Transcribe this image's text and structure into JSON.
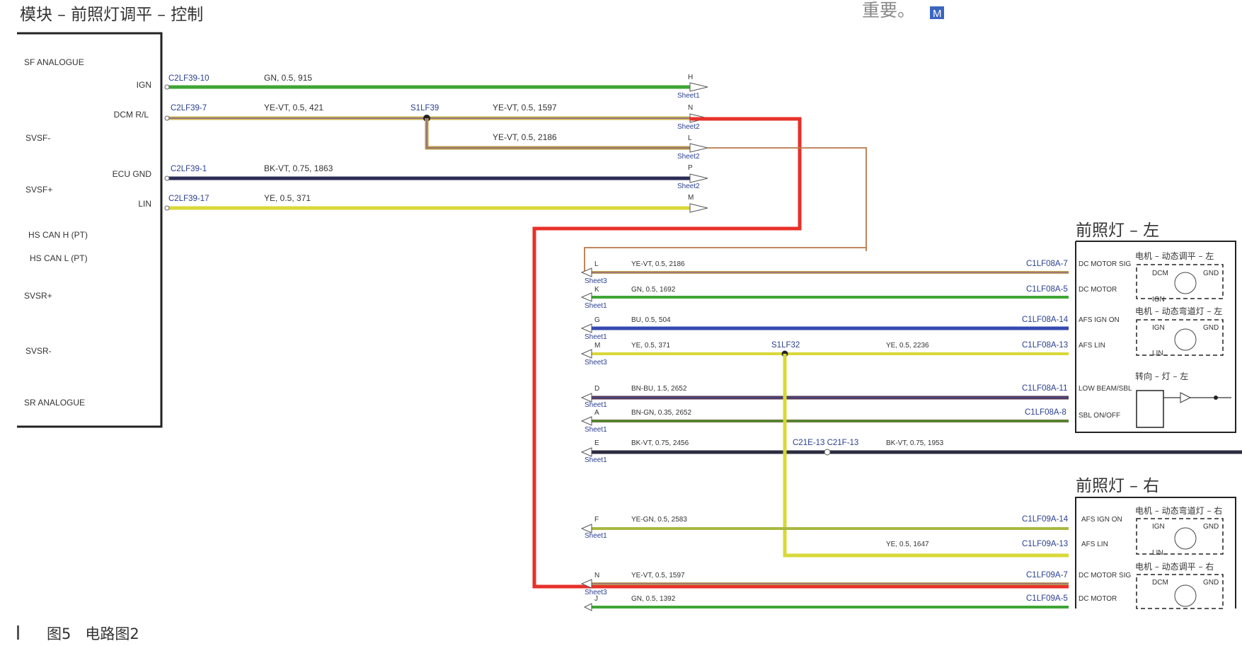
{
  "header": {
    "title": "模块 – 前照灯调平 – 控制",
    "note": "重要。",
    "badge": "M"
  },
  "module": {
    "pins": [
      {
        "label": "SF ANALOGUE"
      },
      {
        "label": "IGN"
      },
      {
        "label": "DCM R/L"
      },
      {
        "label": "SVSF-"
      },
      {
        "label": "ECU GND"
      },
      {
        "label": "SVSF+"
      },
      {
        "label": "LIN"
      },
      {
        "label": "HS CAN H (PT)"
      },
      {
        "label": "HS CAN L (PT)"
      },
      {
        "label": "SVSR+"
      },
      {
        "label": "SVSR-"
      },
      {
        "label": "SR ANALOGUE"
      }
    ]
  },
  "top_wires": [
    {
      "connector": "C2LF39-10",
      "spec": "GN, 0.5, 915",
      "dest": "H",
      "sheet": "Sheet1",
      "color": "#3fa535"
    },
    {
      "connector": "C2LF39-7",
      "spec": "YE-VT, 0.5, 421",
      "splice": "S1LF39",
      "spec2": "YE-VT, 0.5, 1597",
      "dest": "N",
      "sheet": "Sheet2",
      "color": "#c9b84a"
    },
    {
      "spec": "YE-VT, 0.5, 2186",
      "dest": "L",
      "sheet": "Sheet2",
      "color": "#b8a040"
    },
    {
      "connector": "C2LF39-1",
      "spec": "BK-VT, 0.75, 1863",
      "dest": "P",
      "sheet": "Sheet2",
      "color": "#2b2b55"
    },
    {
      "connector": "C2LF39-17",
      "spec": "YE, 0.5, 371",
      "dest": "M",
      "sheet": "",
      "color": "#d8d838"
    }
  ],
  "left_headlamp": {
    "title": "前照灯 – 左",
    "wires": [
      {
        "dest": "L",
        "sheet": "Sheet3",
        "spec": "YE-VT, 0.5, 2186",
        "connector": "C1LF08A-7",
        "pin": "DC MOTOR SIG",
        "color": "#c4a84a"
      },
      {
        "dest": "K",
        "sheet": "Sheet1",
        "spec": "GN, 0.5, 1692",
        "connector": "C1LF08A-5",
        "pin": "DC MOTOR",
        "color": "#3fa535"
      },
      {
        "dest": "G",
        "sheet": "Sheet1",
        "spec": "BU, 0.5, 504",
        "connector": "C1LF08A-14",
        "pin": "AFS IGN ON",
        "color": "#3448b0"
      },
      {
        "dest": "M",
        "sheet": "Sheet3",
        "spec": "YE, 0.5, 371",
        "splice": "S1LF32",
        "spec2": "YE, 0.5, 2236",
        "connector": "C1LF08A-13",
        "pin": "AFS LIN",
        "color": "#d8d838"
      },
      {
        "dest": "D",
        "sheet": "Sheet1",
        "spec": "BN-BU, 1.5, 2652",
        "connector": "C1LF08A-11",
        "pin": "LOW BEAM/SBL",
        "color": "#5a3a50"
      },
      {
        "dest": "A",
        "sheet": "Sheet1",
        "spec": "BN-GN, 0.35, 2652",
        "connector": "C1LF08A-8",
        "pin": "SBL ON/OFF",
        "color": "#6a6a30"
      },
      {
        "dest": "E",
        "sheet": "Sheet1",
        "spec": "BK-VT, 0.75, 2456",
        "inline": "C21E-13  C21F-13",
        "spec2": "BK-VT, 0.75, 1953",
        "color": "#2b2b40"
      }
    ],
    "components": [
      {
        "label": "电机 – 动态调平 – 左",
        "pin_a": "DCM",
        "pin_b": "GND",
        "pin_c": "IGN"
      },
      {
        "label": "电机 – 动态弯道灯 – 左",
        "pin_a": "IGN",
        "pin_b": "GND",
        "pin_c": "LIN"
      },
      {
        "label": "转向 – 灯 – 左"
      }
    ]
  },
  "right_headlamp": {
    "title": "前照灯 – 右",
    "wires": [
      {
        "dest": "F",
        "sheet": "Sheet1",
        "spec": "YE-GN, 0.5, 2583",
        "connector": "C1LF09A-14",
        "pin": "AFS IGN ON",
        "color": "#a8b840"
      },
      {
        "spec": "YE, 0.5, 1647",
        "connector": "C1LF09A-13",
        "pin": "AFS LIN",
        "color": "#d8d838"
      },
      {
        "dest": "N",
        "sheet": "Sheet3",
        "spec": "YE-VT, 0.5, 1597",
        "connector": "C1LF09A-7",
        "pin": "DC MOTOR SIG",
        "color": "#c4a84a"
      },
      {
        "dest": "J",
        "sheet": "",
        "spec": "GN, 0.5, 1392",
        "connector": "C1LF09A-5",
        "pin": "DC MOTOR",
        "color": "#3fa535"
      }
    ],
    "components": [
      {
        "label": "电机 – 动态弯道灯 – 右",
        "pin_a": "IGN",
        "pin_b": "GND",
        "pin_c": "LIN"
      },
      {
        "label": "电机 – 动态调平 – 右",
        "pin_a": "DCM",
        "pin_b": "GND"
      }
    ]
  },
  "caption": {
    "figure": "图5",
    "text": "电路图2"
  }
}
